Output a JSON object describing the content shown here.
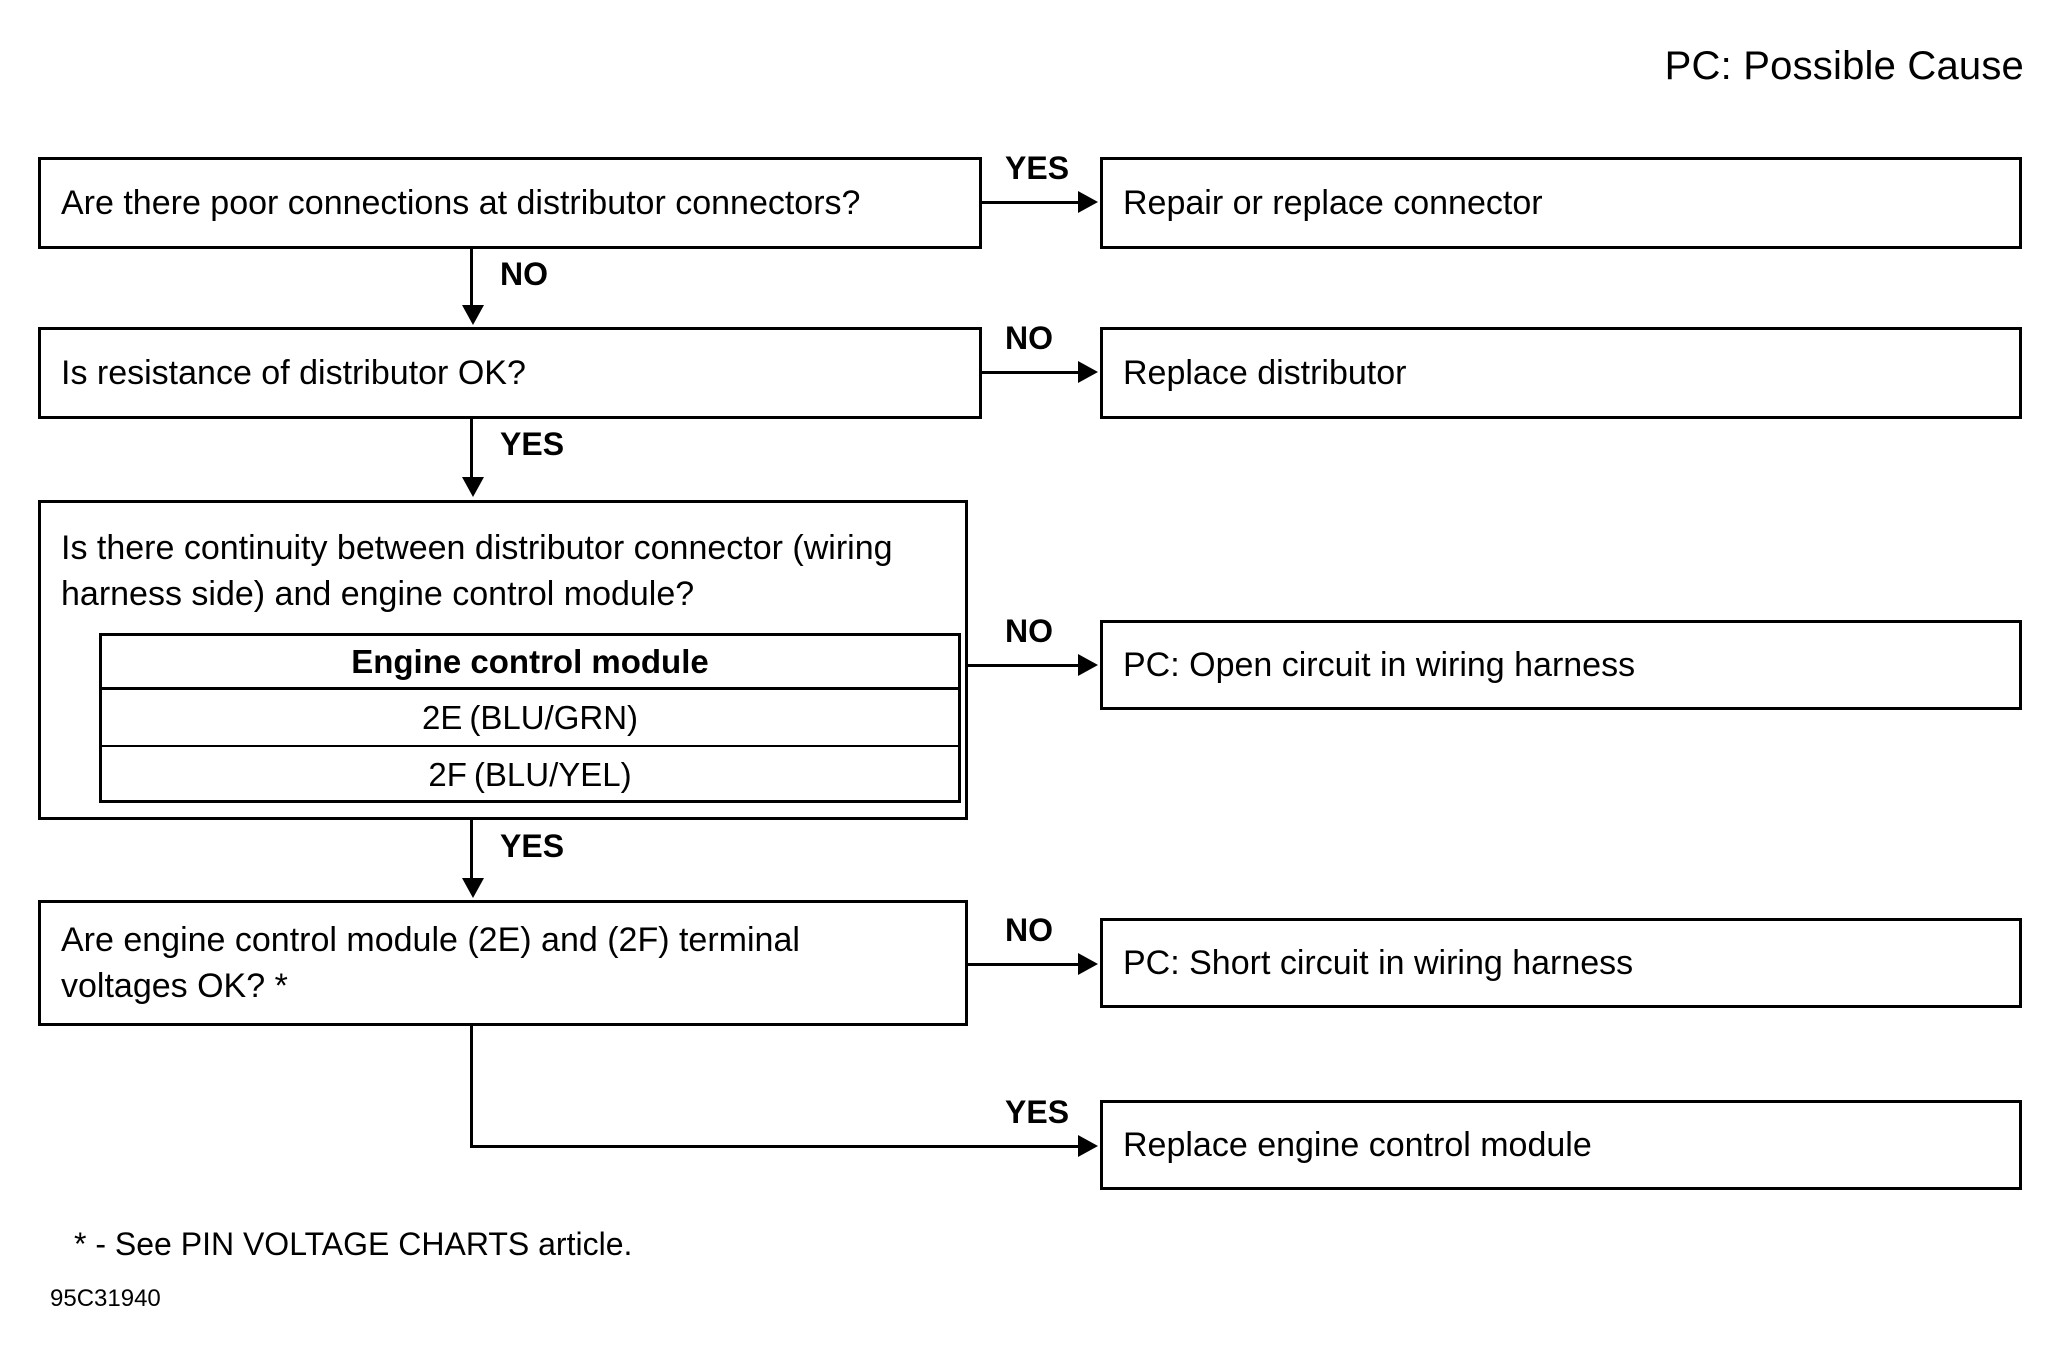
{
  "header": {
    "legend": "PC: Possible Cause"
  },
  "nodes": {
    "q1": {
      "text": "Are there poor connections at distributor connectors?"
    },
    "q2": {
      "text": "Is resistance of distributor OK?"
    },
    "q3": {
      "text": "Is there continuity between distributor connector (wiring\nharness side) and engine control module?",
      "table": {
        "header": "Engine control module",
        "rows": [
          {
            "pin": "2E",
            "color": "(BLU/GRN)"
          },
          {
            "pin": "2F",
            "color": "(BLU/YEL)"
          }
        ]
      }
    },
    "q4": {
      "text": "Are engine control module (2E) and (2F) terminal\nvoltages OK? *"
    },
    "r1": {
      "text": "Repair or replace connector"
    },
    "r2": {
      "text": "Replace distributor"
    },
    "r3": {
      "text": "PC: Open circuit in wiring harness"
    },
    "r4": {
      "text": "PC: Short circuit in wiring harness"
    },
    "r5": {
      "text": "Replace engine control module"
    }
  },
  "branches": {
    "q1_yes": "YES",
    "q1_no": "NO",
    "q2_no": "NO",
    "q2_yes": "YES",
    "q3_no": "NO",
    "q3_yes": "YES",
    "q4_no": "NO",
    "q4_yes": "YES"
  },
  "footer": {
    "note": "*  - See PIN VOLTAGE CHARTS article.",
    "figure_id": "95C31940"
  }
}
